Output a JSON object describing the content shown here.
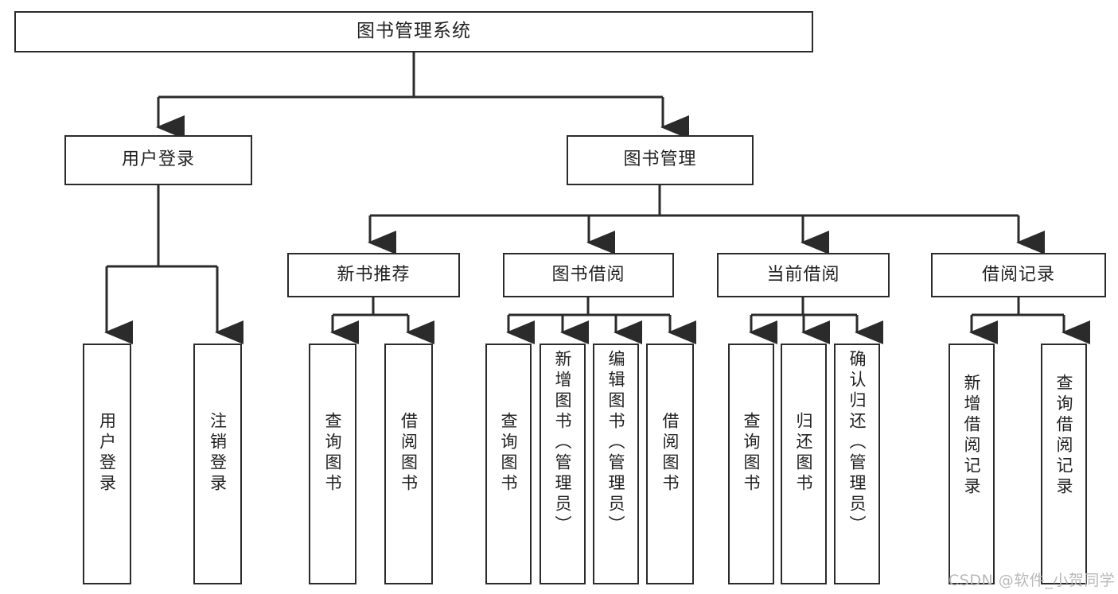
{
  "diagram": {
    "title": "图书管理系统",
    "type": "tree-hierarchy",
    "root": {
      "id": "root",
      "label": "图书管理系统"
    },
    "level1": [
      {
        "id": "user-login",
        "label": "用户登录"
      },
      {
        "id": "book-manage",
        "label": "图书管理"
      }
    ],
    "level2": [
      {
        "id": "new-book-rec",
        "label": "新书推荐",
        "parent": "book-manage"
      },
      {
        "id": "book-borrow",
        "label": "图书借阅",
        "parent": "book-manage"
      },
      {
        "id": "current-borrow",
        "label": "当前借阅",
        "parent": "book-manage"
      },
      {
        "id": "borrow-record",
        "label": "借阅记录",
        "parent": "book-manage"
      }
    ],
    "leaves": [
      {
        "id": "leaf-user-login",
        "label": "用户登录",
        "parent": "user-login"
      },
      {
        "id": "leaf-logout-login",
        "label": "注销登录",
        "parent": "user-login"
      },
      {
        "id": "leaf-query-book-1",
        "label": "查询图书",
        "parent": "new-book-rec"
      },
      {
        "id": "leaf-borrow-book-1",
        "label": "借阅图书",
        "parent": "new-book-rec"
      },
      {
        "id": "leaf-query-book-2",
        "label": "查询图书",
        "parent": "book-borrow"
      },
      {
        "id": "leaf-add-book",
        "label": "新增图书（管理员）",
        "parent": "book-borrow"
      },
      {
        "id": "leaf-edit-book",
        "label": "编辑图书（管理员）",
        "parent": "book-borrow"
      },
      {
        "id": "leaf-borrow-book-2",
        "label": "借阅图书",
        "parent": "book-borrow"
      },
      {
        "id": "leaf-query-book-3",
        "label": "查询图书",
        "parent": "current-borrow"
      },
      {
        "id": "leaf-return-book",
        "label": "归还图书",
        "parent": "current-borrow"
      },
      {
        "id": "leaf-confirm-return",
        "label": "确认归还（管理员）",
        "parent": "current-borrow"
      },
      {
        "id": "leaf-add-record",
        "label": "新增借阅记录",
        "parent": "borrow-record"
      },
      {
        "id": "leaf-query-record",
        "label": "查询借阅记录",
        "parent": "borrow-record"
      }
    ],
    "colors": {
      "stroke": "#2b2b2b",
      "box_fill": "#ffffff",
      "text": "#222222",
      "watermark": "#b9b9b9",
      "background": "#ffffff"
    }
  },
  "watermark": {
    "text": "CSDN @软件_小贺同学"
  }
}
